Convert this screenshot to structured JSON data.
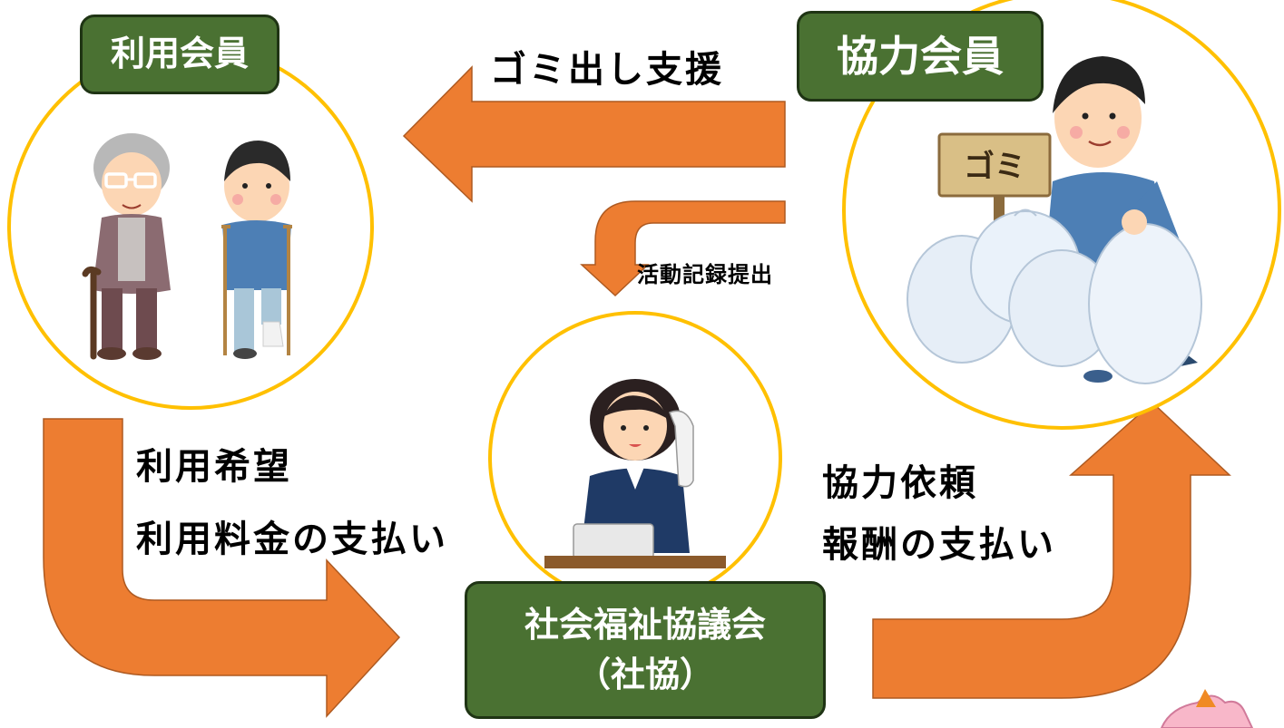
{
  "nodes": {
    "user_member": {
      "label": "利用会員"
    },
    "cooperating_member": {
      "label": "協力会員"
    },
    "council": {
      "label": "社会福祉協議会",
      "sublabel": "（社協）"
    }
  },
  "edges": {
    "garbage_support": {
      "label": "ゴミ出し支援"
    },
    "activity_record": {
      "label": "活動記録提出"
    },
    "user_request": {
      "line1": "利用希望",
      "line2": "利用料金の支払い"
    },
    "coop_request": {
      "line1": "協力依頼",
      "line2": "報酬の支払い"
    }
  },
  "illustrations": {
    "garbage_sign": {
      "text": "ゴミ"
    }
  },
  "colors": {
    "arrow": "#ed7d31",
    "circle_ring": "#ffc000",
    "label_fill": "#4a7132",
    "label_border": "#1f3414"
  }
}
